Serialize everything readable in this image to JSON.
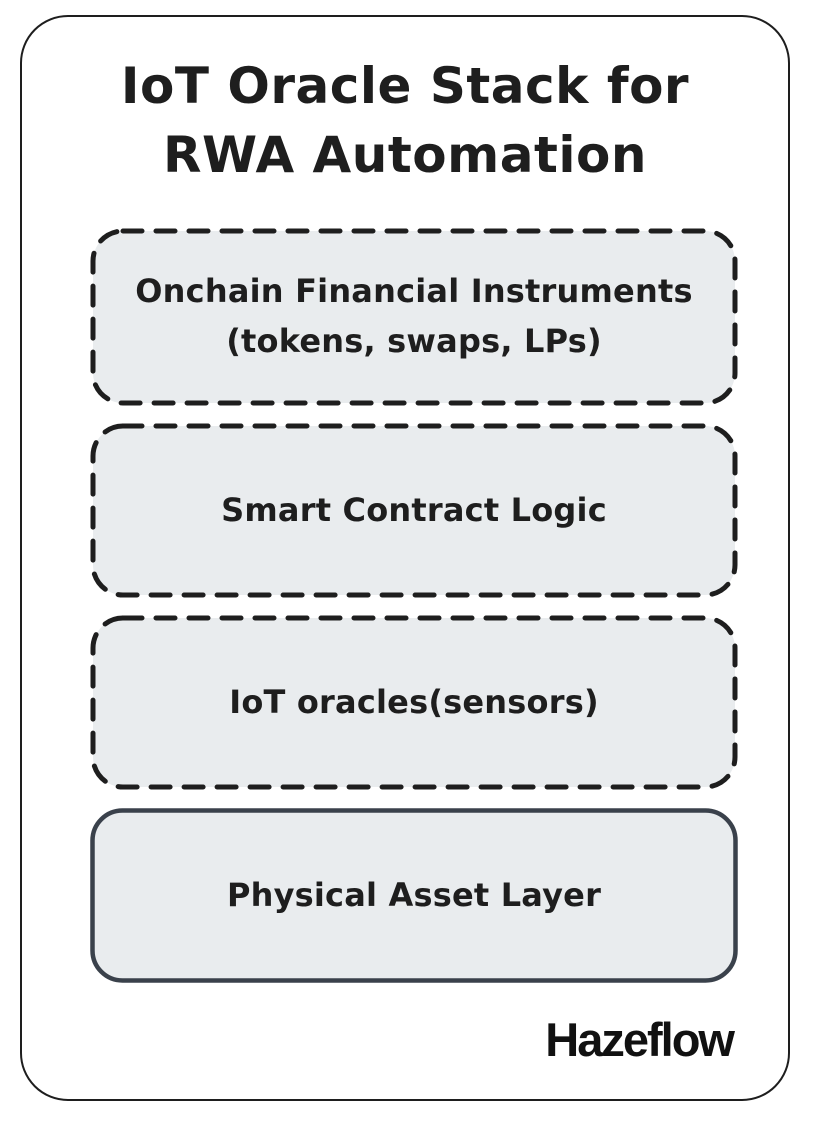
{
  "title": {
    "line1": "IoT Oracle Stack for",
    "line2": "RWA Automation"
  },
  "layers": [
    {
      "id": "onchain-financial-instruments",
      "line1": "Onchain Financial Instruments",
      "line2": "(tokens, swaps, LPs)",
      "border_style": "dashed"
    },
    {
      "id": "smart-contract-logic",
      "line1": "Smart Contract Logic",
      "line2": "",
      "border_style": "dashed"
    },
    {
      "id": "iot-oracles-sensors",
      "line1": "IoT oracles(sensors)",
      "line2": "",
      "border_style": "dashed"
    },
    {
      "id": "physical-asset-layer",
      "line1": "Physical Asset Layer",
      "line2": "",
      "border_style": "solid"
    }
  ],
  "branding": {
    "logo_text": "Hazeflow"
  },
  "colors": {
    "background": "#ffffff",
    "canvas_border": "#1e1e1e",
    "box_fill": "#e9ecee",
    "dashed_border": "#1e1e1e",
    "solid_border": "#3a414b",
    "text": "#1e1e1e"
  }
}
